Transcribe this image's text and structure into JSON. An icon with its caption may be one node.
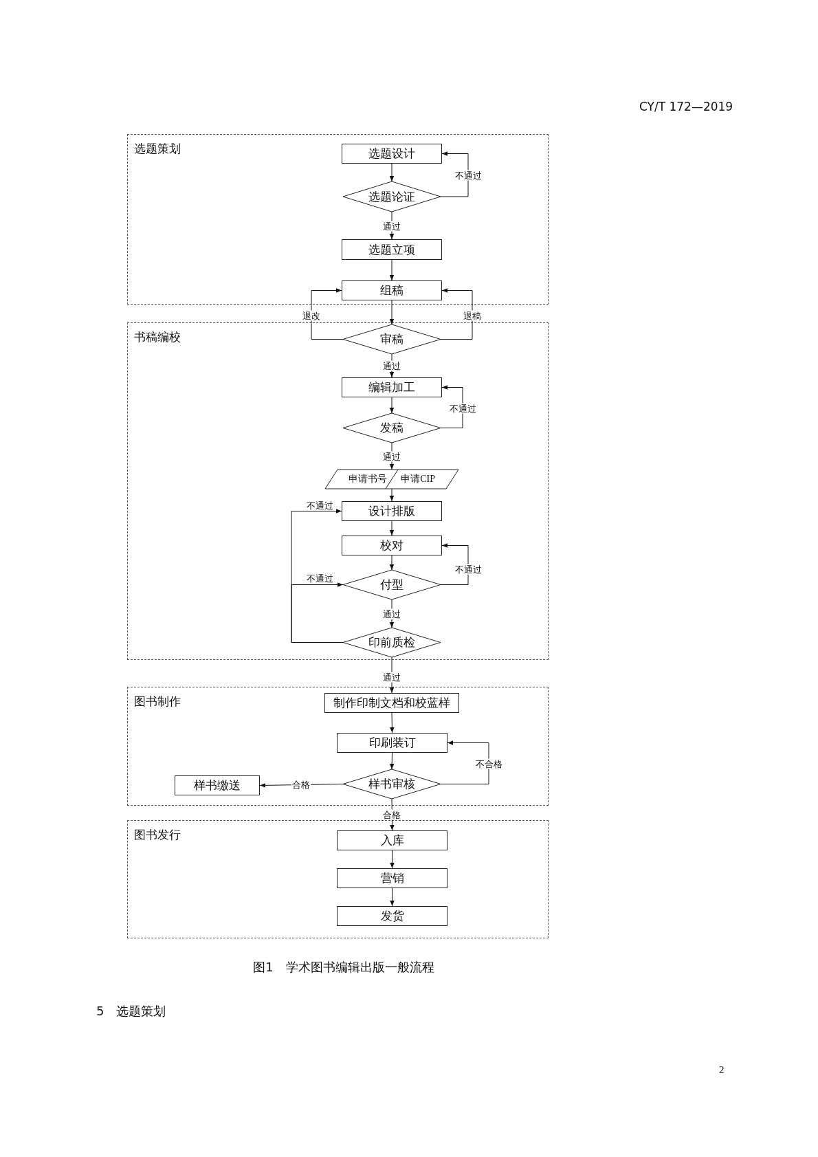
{
  "diagram": {
    "caption": "图1　学术图书编辑出版一般流程",
    "nodes": [
      {
        "text": [
          "选题策划"
        ]
      },
      {
        "text": [
          "选题设计"
        ],
        "in": 0
      },
      {
        "text": [
          "选题论证"
        ],
        "in": 0
      },
      {
        "text": [
          "选题立项"
        ],
        "in": 0
      },
      {
        "text": [
          "组稿"
        ],
        "in": 0
      },
      {
        "text": [
          "书稿编校"
        ]
      },
      {
        "text": [
          "审稿"
        ],
        "in": 5
      },
      {
        "text": [
          "编辑加工"
        ],
        "in": 5
      },
      {
        "text": [
          "发稿"
        ],
        "in": 5
      },
      {
        "text": [
          "申请书号",
          "申请CIP"
        ],
        "in": 5
      },
      {
        "text": [
          "设计排版"
        ],
        "in": 5
      },
      {
        "text": [
          "校对"
        ],
        "in": 5
      },
      {
        "text": [
          "付型"
        ],
        "in": 5
      },
      {
        "text": [
          "印前质检"
        ],
        "in": 5
      },
      {
        "text": [
          "图书制作"
        ]
      },
      {
        "text": [
          "制作印制文档和校蓝样"
        ],
        "in": 14
      },
      {
        "text": [
          "印刷装订"
        ],
        "in": 14
      },
      {
        "text": [
          "样书审核"
        ],
        "in": 14
      },
      {
        "text": [
          "样书缴送"
        ],
        "in": 14
      },
      {
        "text": [
          "图书发行"
        ]
      },
      {
        "text": [
          "入库"
        ],
        "in": 19
      },
      {
        "text": [
          "营销"
        ],
        "in": 19
      },
      {
        "text": [
          "发货"
        ],
        "in": 19
      }
    ],
    "edges": [
      {
        "from": 1,
        "to": 2,
        "arrow": "to"
      },
      {
        "from": 2,
        "to": 1,
        "arrow": "to",
        "label": "不通过"
      },
      {
        "from": 2,
        "to": 3,
        "arrow": "to",
        "label": "通过"
      },
      {
        "from": 3,
        "to": 4,
        "arrow": "to"
      },
      {
        "from": 4,
        "to": 6,
        "arrow": "to"
      },
      {
        "from": 6,
        "to": 4,
        "arrow": "to",
        "label": "退改"
      },
      {
        "from": 6,
        "to": 4,
        "arrow": "to",
        "label": "退稿"
      },
      {
        "from": 6,
        "to": 7,
        "arrow": "to",
        "label": "通过"
      },
      {
        "from": 7,
        "to": 8,
        "arrow": "to"
      },
      {
        "from": 8,
        "to": 7,
        "arrow": "to",
        "label": "不通过"
      },
      {
        "from": 8,
        "to": 9,
        "arrow": "to",
        "label": "通过"
      },
      {
        "from": 9,
        "to": 10,
        "arrow": "to"
      },
      {
        "from": 10,
        "to": 11,
        "arrow": "to"
      },
      {
        "from": 11,
        "to": 12,
        "arrow": "to"
      },
      {
        "from": 12,
        "to": 11,
        "arrow": "to",
        "label": "不通过"
      },
      {
        "from": 12,
        "to": 13,
        "arrow": "to",
        "label": "通过"
      },
      {
        "from": 13,
        "to": 10,
        "arrow": "to",
        "label": "不通过"
      },
      {
        "from": 13,
        "to": 12,
        "arrow": "to",
        "label": "不通过"
      },
      {
        "from": 13,
        "to": 15,
        "arrow": "to",
        "label": "通过"
      },
      {
        "from": 15,
        "to": 16,
        "arrow": "to"
      },
      {
        "from": 16,
        "to": 17,
        "arrow": "to"
      },
      {
        "from": 17,
        "to": 16,
        "arrow": "to",
        "label": "不合格"
      },
      {
        "from": 17,
        "to": 18,
        "arrow": "to",
        "label": "合格"
      },
      {
        "from": 17,
        "to": 20,
        "arrow": "to",
        "label": "合格"
      },
      {
        "from": 20,
        "to": 21,
        "arrow": "to"
      },
      {
        "from": 21,
        "to": 22,
        "arrow": "to"
      }
    ],
    "labels": [
      "CY/T 172—2019",
      "5　选题策划",
      "2"
    ]
  }
}
